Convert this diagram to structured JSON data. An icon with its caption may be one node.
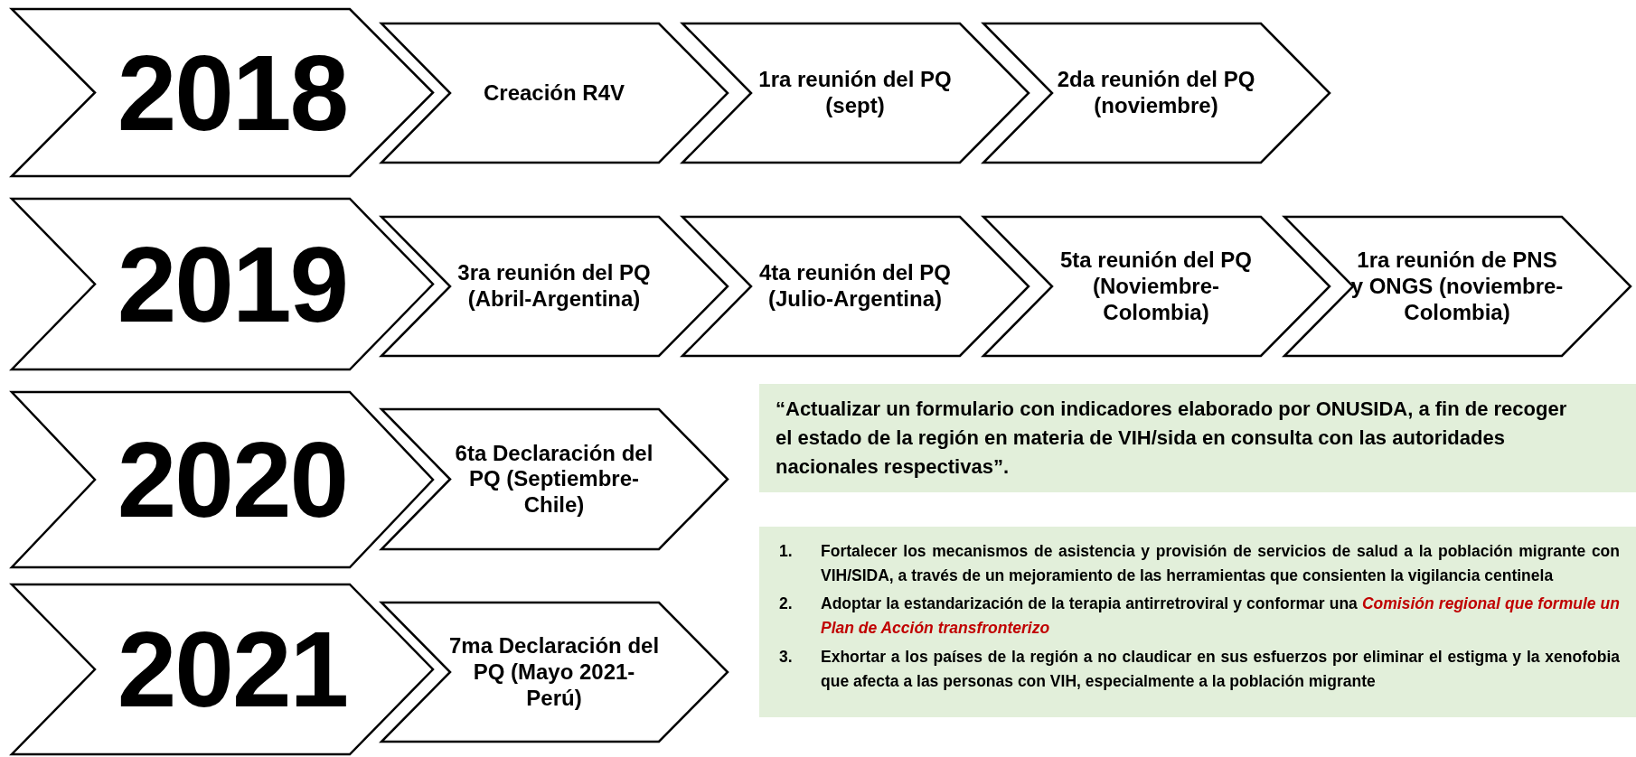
{
  "diagram": {
    "nodes": [
      {
        "text": [
          "2018"
        ]
      },
      {
        "text": [
          "Creación R4V"
        ]
      },
      {
        "text": [
          "1ra reunión del PQ (sept)"
        ]
      },
      {
        "text": [
          "2da reunión del PQ (noviembre)"
        ]
      },
      {
        "text": [
          "2019"
        ]
      },
      {
        "text": [
          "3ra reunión del PQ (Abril-Argentina)"
        ]
      },
      {
        "text": [
          "4ta reunión del PQ (Julio-Argentina)"
        ]
      },
      {
        "text": [
          "5ta reunión del PQ (Noviembre-Colombia)"
        ]
      },
      {
        "text": [
          "1ra reunión de PNS y ONGS (noviembre-Colombia)"
        ]
      },
      {
        "text": [
          "2020"
        ]
      },
      {
        "text": [
          "6ta Declaración del PQ (Septiembre-Chile)"
        ]
      },
      {
        "text": [
          "“Actualizar un formulario con indicadores elaborado por ONUSIDA, a fin de recoger el estado de la región en materia de VIH/sida en consulta con las autoridades nacionales respectivas”."
        ]
      },
      {
        "text": [
          "2021"
        ]
      },
      {
        "text": [
          "7ma Declaración del PQ (Mayo 2021- Perú)"
        ]
      },
      {
        "text": [
          "1.",
          "Fortalecer los mecanismos de asistencia y provisión de servicios de salud a la población migrante con VIH/SIDA, a través de un mejoramiento de las herramientas que consienten la vigilancia centinela",
          "2.",
          "Adoptar la estandarización de la terapia antirretroviral y conformar una *Comisión regional que formule un Plan de Acción transfronterizo*",
          "3.",
          "Exhortar a los países de la región a no claudicar en sus esfuerzos por eliminar el estigma y la xenofobia que afecta a las personas con VIH, especialmente a la población migrante"
        ]
      }
    ]
  }
}
